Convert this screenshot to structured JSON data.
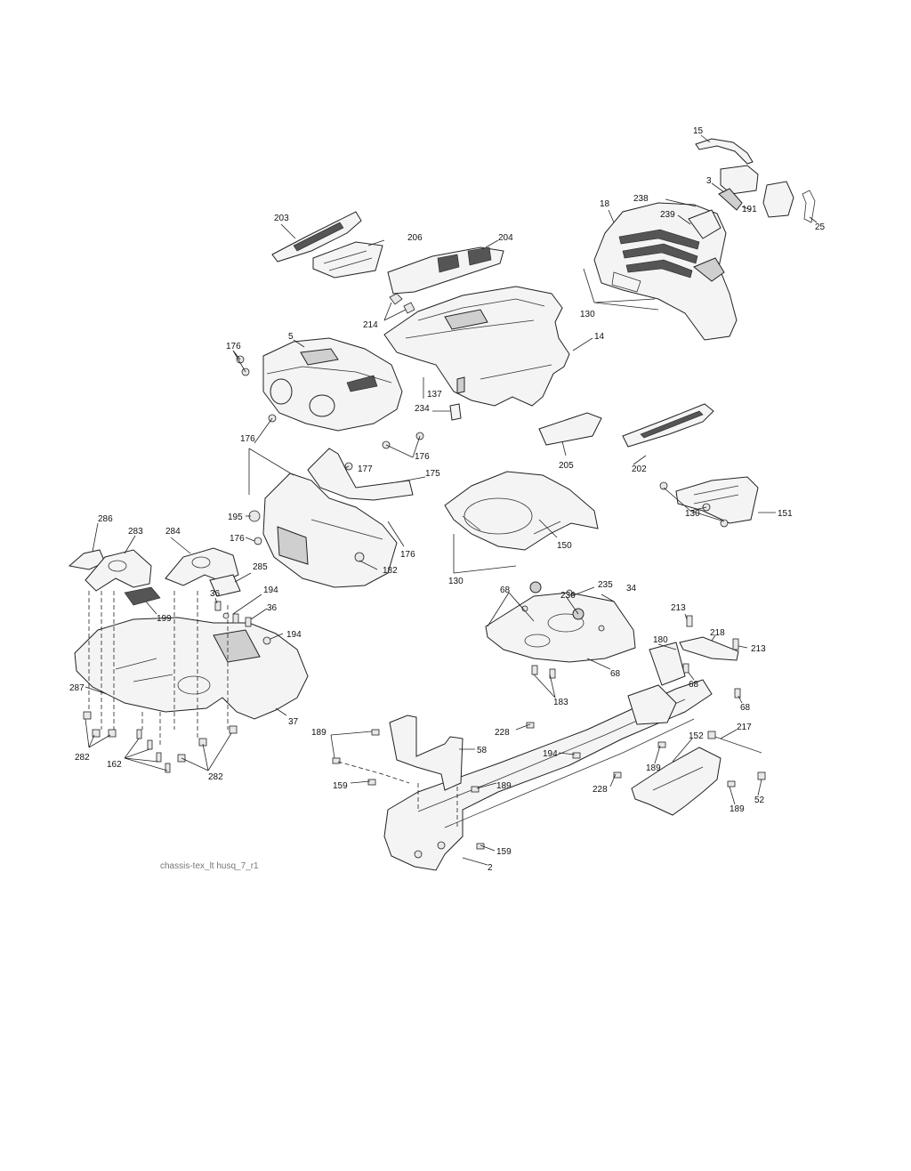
{
  "diagram": {
    "caption": "chassis-tex_lt husq_7_r1",
    "callouts": {
      "c15": "15",
      "c3": "3",
      "c191": "191",
      "c25": "25",
      "c238": "238",
      "c18": "18",
      "c239": "239",
      "c130a": "130",
      "c203": "203",
      "c206": "206",
      "c204": "204",
      "c214": "214",
      "c5": "5",
      "c14": "14",
      "c176a": "176",
      "c137": "137",
      "c234": "234",
      "c176b": "176",
      "c176c": "176",
      "c177": "177",
      "c175": "175",
      "c205": "205",
      "c202": "202",
      "c195": "195",
      "c176d": "176",
      "c176e": "176",
      "c182": "182",
      "c150": "150",
      "c130b": "130",
      "c130c": "130",
      "c151": "151",
      "c286": "286",
      "c283": "283",
      "c284": "284",
      "c285": "285",
      "c199": "199",
      "c36a": "36",
      "c194a": "194",
      "c36b": "36",
      "c194b": "194",
      "c68a": "68",
      "c236": "236",
      "c235": "235",
      "c34": "34",
      "c68b": "68",
      "c183": "183",
      "c213a": "213",
      "c218": "218",
      "c213b": "213",
      "c180": "180",
      "c68c": "68",
      "c68d": "68",
      "c287": "287",
      "c37": "37",
      "c282a": "282",
      "c162": "162",
      "c282b": "282",
      "c189a": "189",
      "c228a": "228",
      "c58": "58",
      "c194c": "194",
      "c189b": "189",
      "c159a": "159",
      "c228b": "228",
      "c152": "152",
      "c217": "217",
      "c189c": "189",
      "c189d": "189",
      "c52": "52",
      "c159b": "159",
      "c2": "2"
    }
  }
}
